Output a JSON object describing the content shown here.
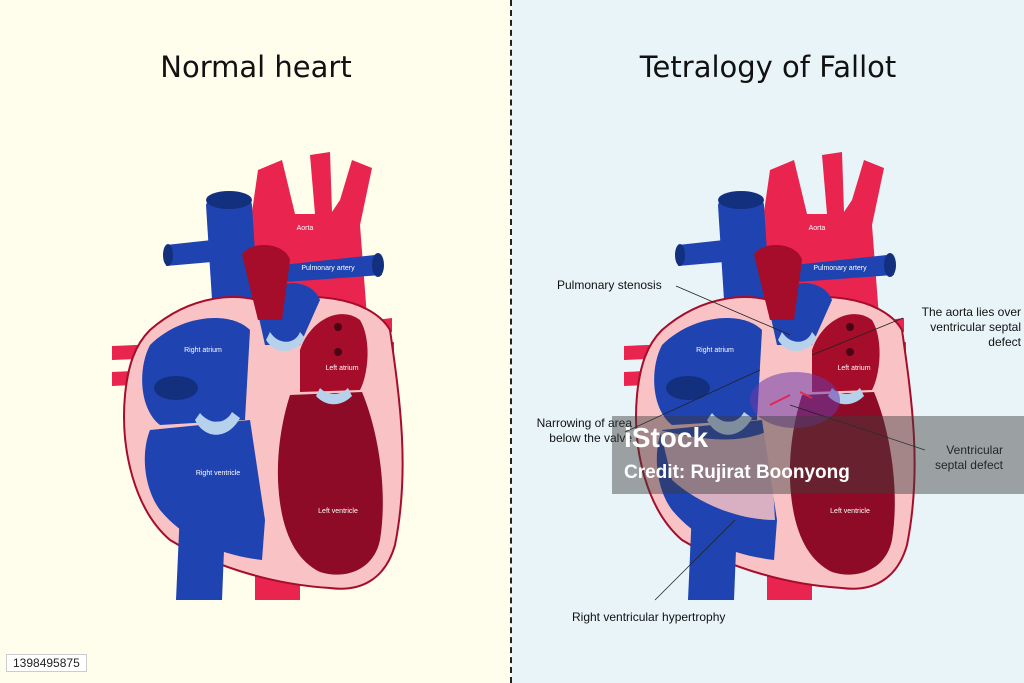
{
  "left": {
    "title": "Normal heart",
    "labels": {
      "aorta": "Aorta",
      "pulmonary_artery": "Pulmonary artery",
      "right_atrium": "Right atrium",
      "left_atrium": "Left atrium",
      "right_ventricle": "Right ventricle",
      "left_ventricle": "Left ventricle"
    }
  },
  "right": {
    "title": "Tetralogy of Fallot",
    "labels": {
      "aorta": "Aorta",
      "pulmonary_artery": "Pulmonary artery",
      "right_atrium": "Right atrium",
      "left_atrium": "Left atrium",
      "left_ventricle": "Left ventricle"
    },
    "callouts": {
      "pulmonary_stenosis": "Pulmonary stenosis",
      "aorta_overrides": "The aorta lies over ventricular septal defect",
      "narrowing": "Narrowing of area below the valve",
      "vsd": "Ventricular septal defect",
      "rv_hypertrophy": "Right ventricular hypertrophy"
    }
  },
  "watermark": {
    "brand": "iStock",
    "credit": "Credit: Rujirat Boonyong"
  },
  "stock_id": "1398495875",
  "colors": {
    "deoxygenated": "#1f43b0",
    "oxygenated": "#e8244f",
    "dark_red": "#a50d2a",
    "myocardium": "#f9c3c6",
    "valve": "#b6d1ec",
    "left_bg": "#fffdec",
    "right_bg": "#e9f4f8"
  }
}
